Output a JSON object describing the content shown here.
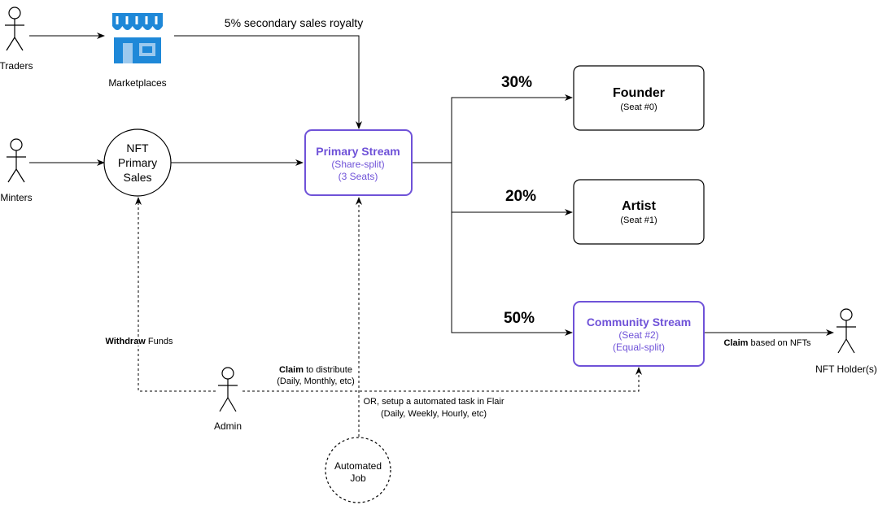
{
  "actors": {
    "traders": "Traders",
    "minters": "Minters",
    "admin": "Admin",
    "holders": "NFT Holder(s)"
  },
  "marketplaces": {
    "label": "Marketplaces",
    "icon": "storefront-icon",
    "colors": {
      "primary": "#1e88d8",
      "light": "#9cc9ee"
    }
  },
  "royalty_label": "5% secondary sales royalty",
  "primary_sales": {
    "line1": "NFT",
    "line2": "Primary",
    "line3": "Sales"
  },
  "primary_stream": {
    "title": "Primary Stream",
    "line2": "(Share-split)",
    "line3": "(3 Seats)"
  },
  "percents": {
    "founder": "30%",
    "artist": "20%",
    "community": "50%"
  },
  "founder": {
    "title": "Founder",
    "seat": "(Seat #0)"
  },
  "artist": {
    "title": "Artist",
    "seat": "(Seat #1)"
  },
  "community_stream": {
    "title": "Community Stream",
    "line2": "(Seat #2)",
    "line3": "(Equal-split)"
  },
  "claim_nfts": {
    "bold": "Claim",
    "rest": " based on NFTs"
  },
  "withdraw": {
    "bold": "Withdraw",
    "rest": " Funds"
  },
  "claim_distribute": {
    "bold": "Claim",
    "rest": " to distribute",
    "line2": "(Daily, Monthly, etc)"
  },
  "automated_task": {
    "line1": "OR, setup a automated task in Flair",
    "line2": "(Daily, Weekly, Hourly, etc)"
  },
  "automated_job": {
    "line1": "Automated",
    "line2": "Job"
  },
  "colors": {
    "stream_border": "#6f52d8",
    "stream_text": "#6f52d8"
  }
}
